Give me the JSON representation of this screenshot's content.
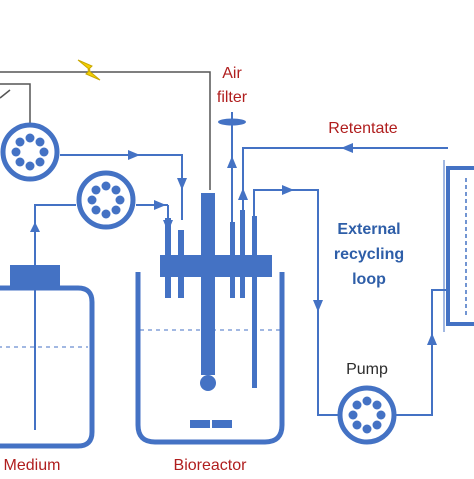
{
  "diagram": {
    "labels": {
      "air_filter_line1": "Air",
      "air_filter_line2": "filter",
      "retentate": "Retentate",
      "loop_line1": "External",
      "loop_line2": "recycling",
      "loop_line3": "loop",
      "pump": "Pump",
      "medium": "Medium",
      "bioreactor": "Bioreactor"
    },
    "colors": {
      "blue": "#4472c4",
      "dark_blue": "#2e5ea8",
      "label_red": "#b01e1e",
      "wire": "#555555",
      "lightning": "#f5d000"
    },
    "icons": [
      "lightning-bolt-icon",
      "peristaltic-pump-icon",
      "air-filter-icon"
    ]
  }
}
